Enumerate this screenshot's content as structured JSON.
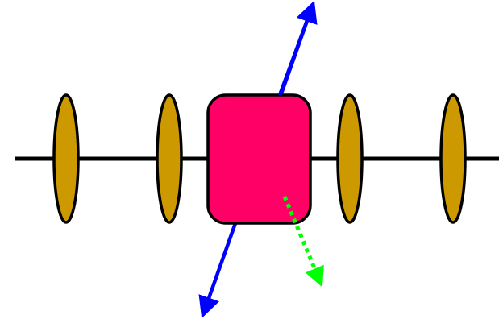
{
  "diagram": {
    "kind": "optical-setup",
    "background_color": "#ffffff",
    "optical_axis": {
      "color": "#000000"
    },
    "lenses": [
      {
        "id": "lens-1",
        "color": "#cc9900",
        "outline": "#000000"
      },
      {
        "id": "lens-2",
        "color": "#cc9900",
        "outline": "#000000"
      },
      {
        "id": "lens-3",
        "color": "#cc9900",
        "outline": "#000000"
      },
      {
        "id": "lens-4",
        "color": "#cc9900",
        "outline": "#000000"
      }
    ],
    "sample": {
      "color": "#ff0066",
      "outline": "#000000"
    },
    "beams": [
      {
        "id": "blue-beam",
        "color": "#0000ff",
        "style": "solid",
        "direction": "both"
      },
      {
        "id": "green-beam",
        "color": "#00ff00",
        "style": "dotted",
        "direction": "outward"
      }
    ]
  }
}
